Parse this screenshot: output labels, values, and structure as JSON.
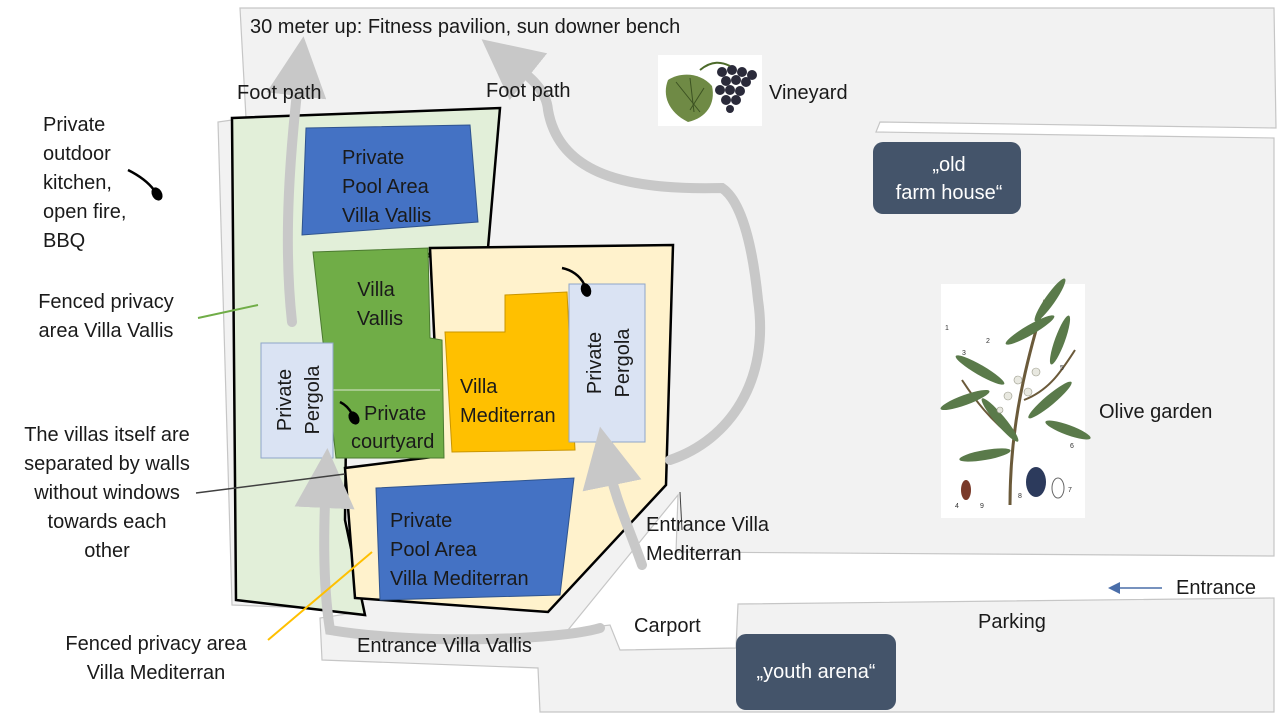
{
  "labels": {
    "top_note": "30 meter up: Fitness pavilion, sun downer bench",
    "foot_path_left": "Foot path",
    "foot_path_right": "Foot path",
    "vineyard": "Vineyard",
    "kitchen": [
      "Private",
      "outdoor",
      "kitchen,",
      "open fire,",
      "BBQ"
    ],
    "fenced_vallis": [
      "Fenced privacy",
      "area Villa Vallis"
    ],
    "walls_note": [
      "The villas itself are",
      "separated by walls",
      "without windows",
      "towards each",
      "other"
    ],
    "fenced_mediterran": [
      "Fenced privacy area",
      "Villa Mediterran"
    ],
    "entrance_vallis": "Entrance Villa Vallis",
    "carport": "Carport",
    "parking": "Parking",
    "entrance": "Entrance",
    "entrance_mediterran": [
      "Entrance Villa",
      "Mediterran"
    ],
    "olive_garden": "Olive garden"
  },
  "zones": {
    "pool_vallis": [
      "Private",
      "Pool Area",
      "Villa Vallis"
    ],
    "villa_vallis": [
      "Villa",
      "Vallis"
    ],
    "courtyard": [
      "Private",
      "courtyard"
    ],
    "pergola_left": [
      "Private",
      "Pergola"
    ],
    "villa_mediterran": [
      "Villa",
      "Mediterran"
    ],
    "pergola_right": [
      "Private",
      "Pergola"
    ],
    "pool_mediterran": [
      "Private",
      "Pool Area",
      "Villa Mediterran"
    ]
  },
  "badges": {
    "old_farm_house": [
      "„old",
      "farm house“"
    ],
    "youth_arena": "„youth arena“"
  },
  "illustration_numbers": [
    "1",
    "2",
    "3",
    "4",
    "5",
    "6",
    "7",
    "8",
    "9"
  ],
  "colors": {
    "pool_blue": "#4472c4",
    "villa_green": "#70ad47",
    "villa_orange": "#ffc000",
    "pergola": "#dae3f3",
    "fence_green": "#e2efd9",
    "fence_cream": "#fff2cc",
    "ground": "#f2f2f2",
    "badge": "#44546a",
    "path_arrow": "#c8c8c8"
  }
}
